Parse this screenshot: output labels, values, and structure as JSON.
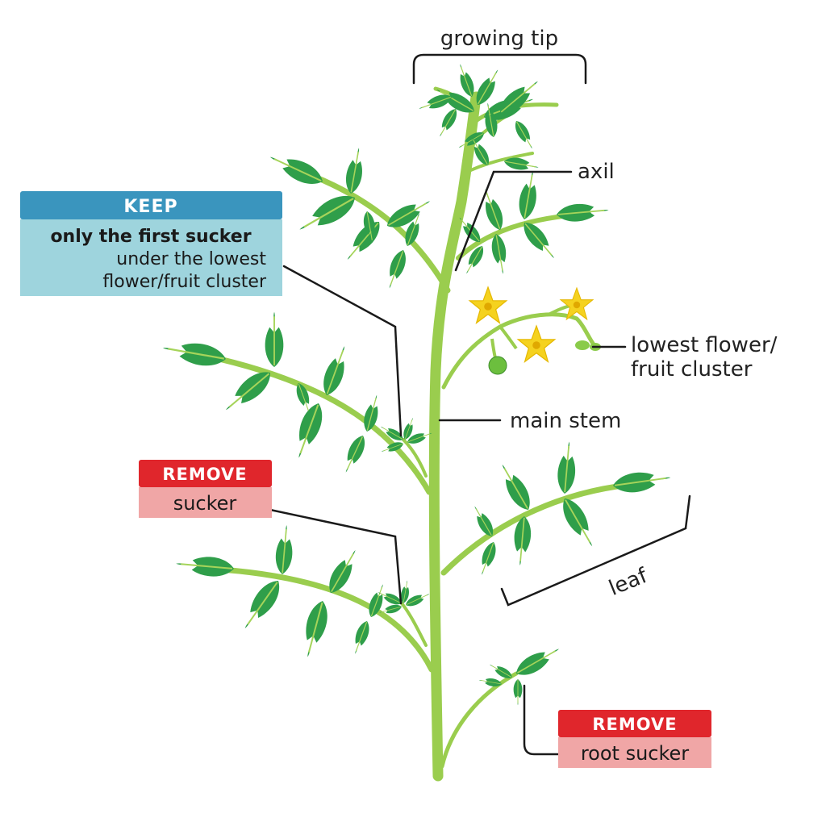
{
  "labels": {
    "growing_tip": "growing tip",
    "axil": "axil",
    "lowest_cluster_line1": "lowest flower/",
    "lowest_cluster_line2": "fruit cluster",
    "main_stem": "main stem",
    "leaf": "leaf"
  },
  "keep_box": {
    "header": "KEEP",
    "line1": "only the first sucker",
    "line2": "under the lowest",
    "line3": "flower/fruit cluster"
  },
  "remove_sucker_box": {
    "header": "REMOVE",
    "body": "sucker"
  },
  "remove_root_box": {
    "header": "REMOVE",
    "body": "root sucker"
  },
  "colors": {
    "stem": "#9ACD4E",
    "leaf_dark": "#2F9E4A",
    "leaf_vein": "#A6D45A",
    "flower": "#F5D21F",
    "flower_center": "#E0A800",
    "fruit": "#6CBF3E",
    "keep_header": "#3A95BE",
    "keep_body": "#9ED4DD",
    "remove_header": "#E0262C",
    "remove_body": "#F0A6A6",
    "leader_line": "#1a1a1a"
  }
}
